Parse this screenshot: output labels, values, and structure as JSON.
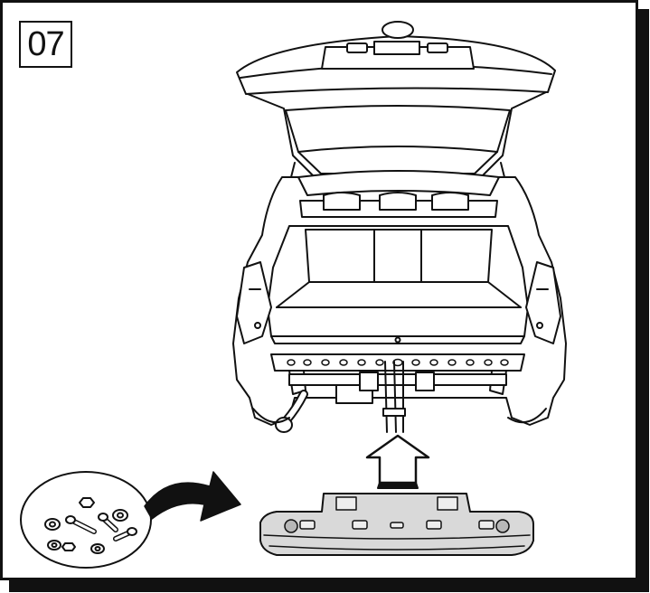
{
  "step": {
    "number": "07"
  },
  "colors": {
    "outline": "#111111",
    "background": "#ffffff",
    "part_fill": "#d9d9d9",
    "part_shade": "#b8b8b8"
  },
  "icons": {
    "vehicle": "suv-rear-open-tailgate-illustration",
    "hitch": "tow-bar-crossbeam-illustration",
    "hardware": "bolts-nuts-washers-icon",
    "insert_arrow": "arrow-up-icon",
    "curved_arrow": "curved-arrow-right-icon",
    "bumper": "rear-bumper-illustration"
  }
}
